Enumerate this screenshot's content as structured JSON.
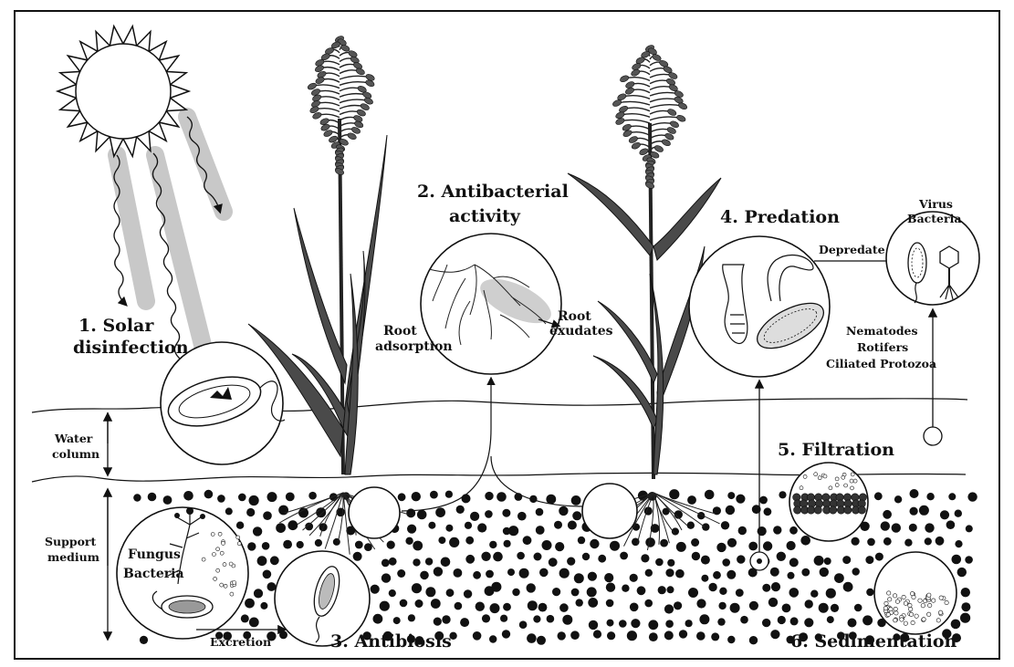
{
  "labels": {
    "solar_1": "1. Solar",
    "solar_2": "disinfection",
    "antibacterial_1": "2. Antibacterial",
    "antibacterial_2": "activity",
    "root_adsorption_1": "Root",
    "root_adsorption_2": "adsorption",
    "root_exudates_1": "Root",
    "root_exudates_2": "exudates",
    "antibiosis": "3. Antibiosis",
    "predation": "4. Predation",
    "filtration": "5. Filtration",
    "sedimentation": "6. Sedimentation",
    "virus": "Virus",
    "bacteria_top": "Bacteria",
    "depredate": "Depredate",
    "nematodes": "Nematodes",
    "rotifers": "Rotifers",
    "ciliated_protozoa": "Ciliated Protozoa",
    "water_column_1": "Water",
    "water_column_2": "column",
    "support_medium_1": "Support",
    "support_medium_2": "medium",
    "fungus": "Fungus",
    "bacteria_low": "Bacteria",
    "excretion": "Excretion"
  },
  "colors": {
    "ink": "#111111",
    "beam": "#c8c8c8",
    "background": "#ffffff"
  }
}
